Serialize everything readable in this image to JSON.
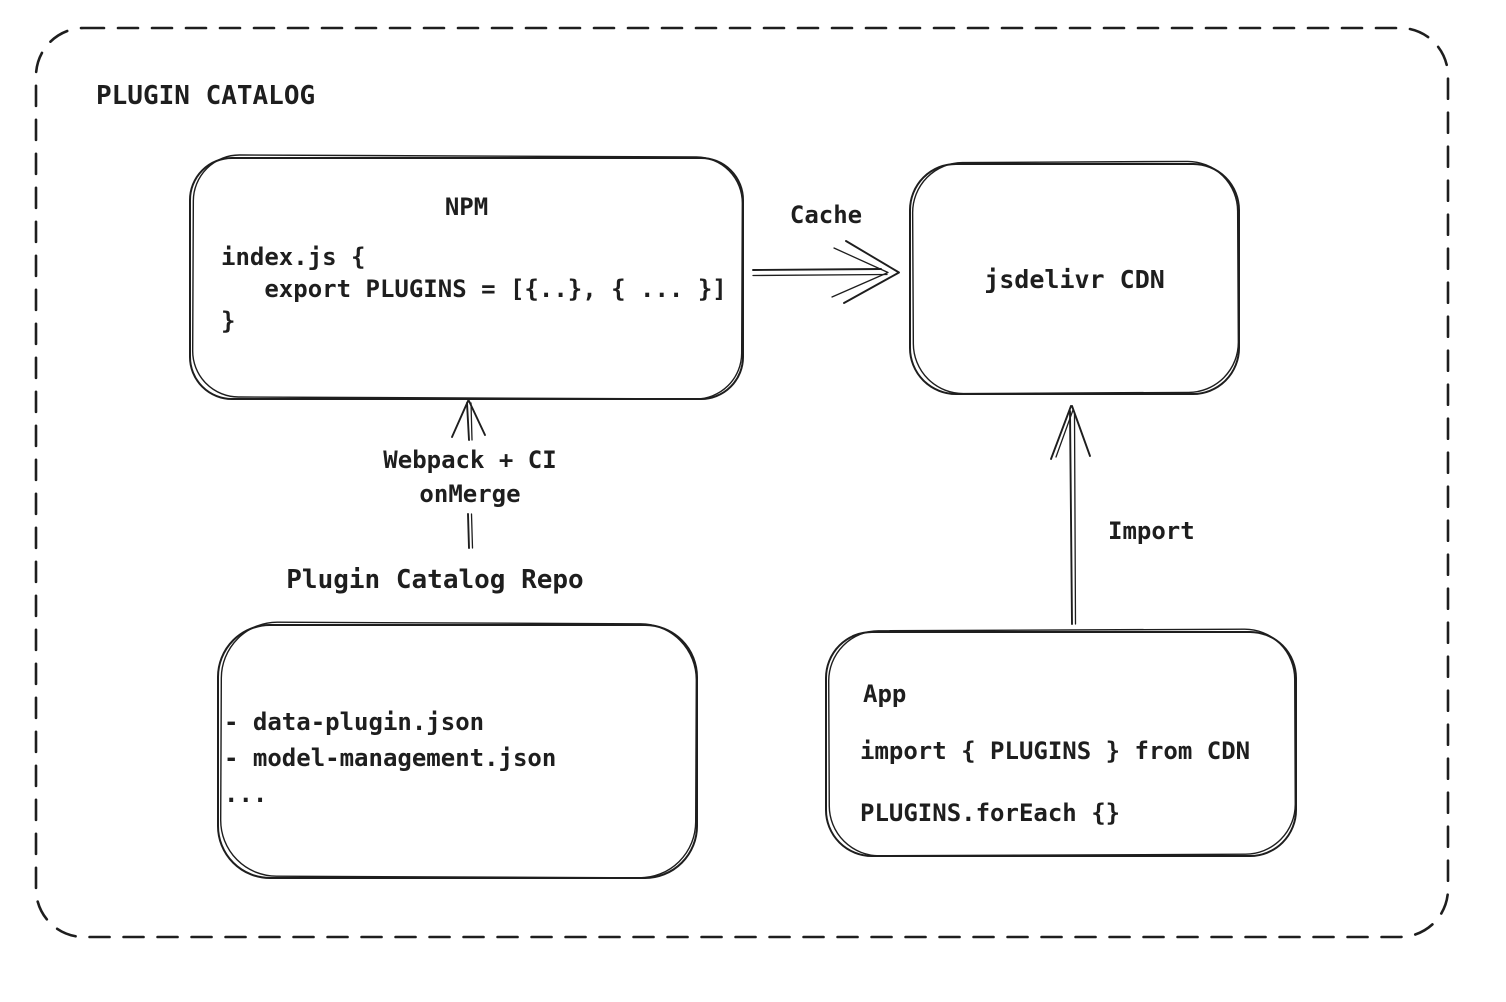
{
  "diagram": {
    "title": "PLUGIN CATALOG",
    "palette": {
      "stroke": "#1e1e1e",
      "background": "#ffffff"
    },
    "nodes": {
      "npm": {
        "title": "NPM",
        "code": "index.js {\n   export PLUGINS = [{..}, { ... }]\n}"
      },
      "cdn": {
        "title": "jsdelivr CDN"
      },
      "repo": {
        "title": "Plugin Catalog Repo",
        "files": "- data-plugin.json\n- model-management.json\n..."
      },
      "app": {
        "title": "App",
        "code_line_1": "import { PLUGINS } from CDN",
        "code_line_2": "PLUGINS.forEach {}"
      }
    },
    "edges": {
      "cache": {
        "label": "Cache",
        "from": "NPM",
        "to": "jsdelivr CDN"
      },
      "merge": {
        "label": "Webpack + CI\nonMerge",
        "from": "Plugin Catalog Repo",
        "to": "NPM"
      },
      "import": {
        "label": "Import",
        "from": "App",
        "to": "jsdelivr CDN"
      }
    }
  }
}
